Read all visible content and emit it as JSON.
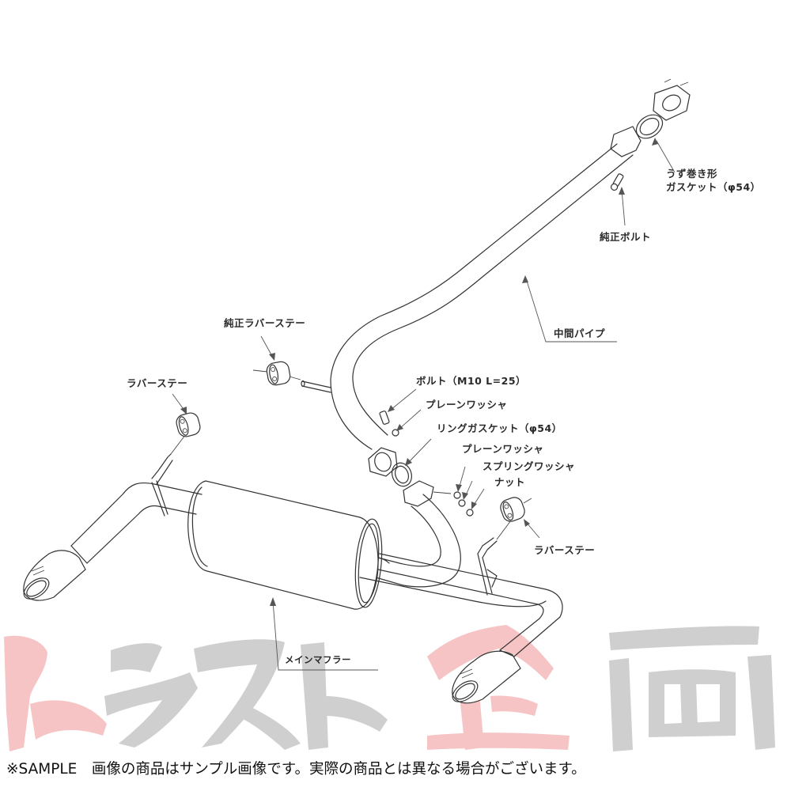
{
  "diagram": {
    "type": "exploded parts diagram",
    "subject": "exhaust system (muffler) assembly",
    "colors": {
      "line": "#333333",
      "watermark_gray": "#c8c8c8",
      "watermark_red": "#f4b6b6",
      "text": "#222222"
    },
    "labels": {
      "spiral_gasket_line1": "うず巻き形",
      "spiral_gasket_line2": "ガスケット（φ54）",
      "oem_bolt": "純正ボルト",
      "center_pipe": "中間パイプ",
      "oem_rubber_stay": "純正ラバーステー",
      "rubber_stay_left": "ラバーステー",
      "bolt": "ボルト（M10 L=25）",
      "plain_washer_1": "プレーンワッシャ",
      "ring_gasket": "リングガスケット（φ54）",
      "plain_washer_2": "プレーンワッシャ",
      "spring_washer": "スプリングワッシャ",
      "nut": "ナット",
      "rubber_stay_right": "ラバーステー",
      "main_muffler": "メインマフラー"
    },
    "watermark": {
      "text": "トラスト企画"
    },
    "disclaimer": "※SAMPLE　画像の商品はサンプル画像です。実際の商品とは異なる場合がございます。"
  }
}
